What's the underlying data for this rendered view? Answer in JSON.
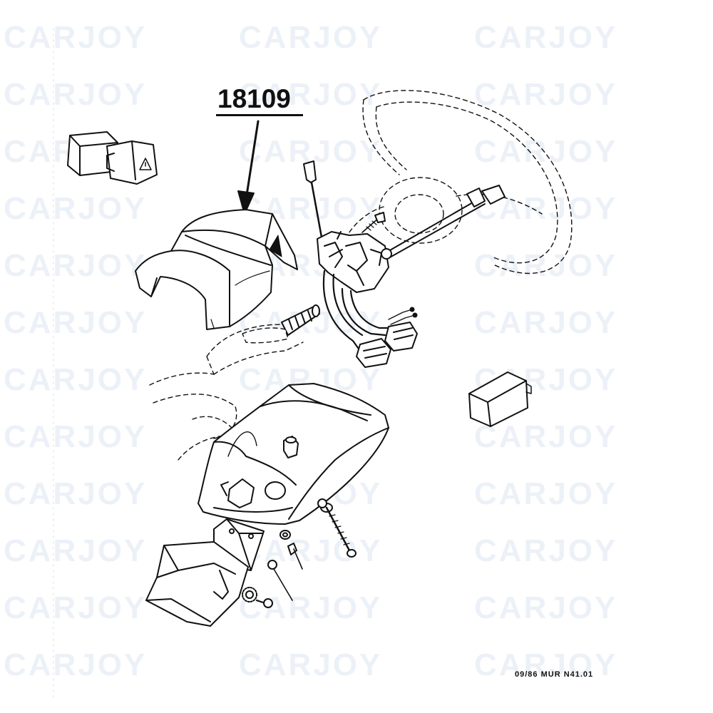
{
  "watermark": {
    "text": "CARJOY"
  },
  "diagram": {
    "part_number": "18109",
    "reference_code": "09/86 MUR N41.01"
  },
  "icons": {
    "callout_arrow": "arrow-down-icon",
    "watermark_car": "car-silhouette-icon"
  },
  "colors": {
    "line": "#111111",
    "watermark": "#ecf1f8",
    "background": "#ffffff"
  }
}
